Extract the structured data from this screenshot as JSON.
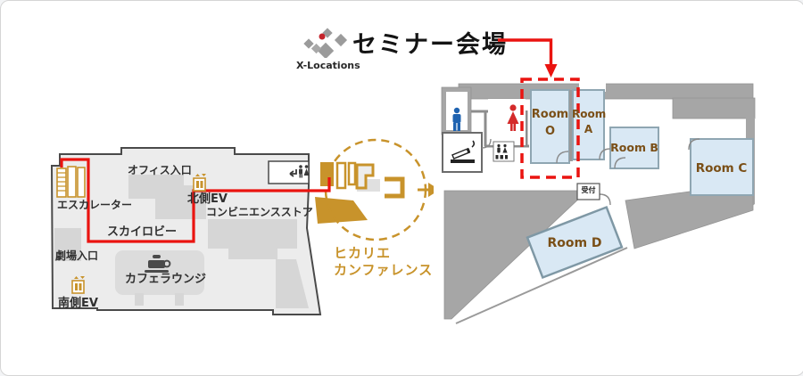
{
  "header": {
    "title": "セミナー会場",
    "brand": "X-Locations"
  },
  "left_map": {
    "labels": {
      "office_entrance": "オフィス入口",
      "escalator": "エスカレーター",
      "north_ev": "北側EV",
      "convenience_store": "コンビニエンスストア",
      "sky_lobby": "スカイロビー",
      "theater_entrance": "劇場入口",
      "cafe_lounge": "カフェラウンジ",
      "south_ev": "南側EV"
    },
    "highlight": {
      "line1": "ヒカリエ",
      "line2": "カンファレンス"
    }
  },
  "right_map": {
    "rooms": {
      "o": {
        "line1": "Room",
        "line2": "O"
      },
      "a": {
        "line1": "Room",
        "line2": "A"
      },
      "b": {
        "label": "Room B"
      },
      "c": {
        "label": "Room C"
      },
      "d": {
        "label": "Room D"
      }
    },
    "reception": "受付"
  },
  "icons": {
    "logo_mark": "x-locations-diamonds",
    "escalator": "escalator-steps",
    "elevator": "elevator-cab",
    "coffee_cup": "coffee-cup",
    "restroom_pair": "two-person-restroom",
    "corner_arrow": "down-left-corner-arrow",
    "man": "male-figure",
    "woman": "female-figure",
    "smoking": "cigarette-in-ashtray",
    "toilet_sign": "multi-toilet-sign",
    "callout": "dashed-circle-with-arrow"
  },
  "colors": {
    "accent_red": "#ea1410",
    "gold": "#c8932b",
    "left_map_fill": "#ececec",
    "left_map_inner": "#d6d6d6",
    "outline": "#4a4a4a",
    "wall_gray": "#a6a6a6",
    "room_fill": "#d9e8f4",
    "room_border": "#8fa6b2",
    "room_label_brown": "#7a4f17",
    "men_blue": "#1e62b0",
    "women_red": "#d42a2a"
  }
}
